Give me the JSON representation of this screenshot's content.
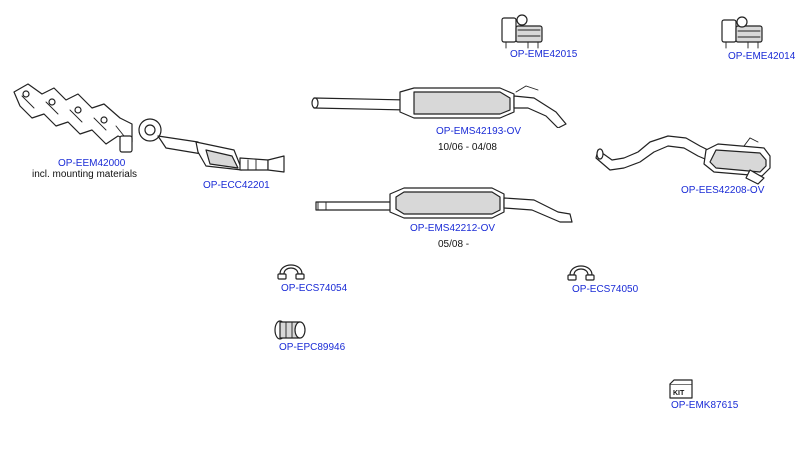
{
  "parts": {
    "mount_left": {
      "code": "OP-EME42015"
    },
    "mount_right": {
      "code": "OP-EME42014"
    },
    "manifold": {
      "code": "OP-EEM42000",
      "note": "incl. mounting materials"
    },
    "catalyst": {
      "code": "OP-ECC42201"
    },
    "middle_top": {
      "code": "OP-EMS42193-OV",
      "note": "10/06 - 04/08"
    },
    "middle_bottom": {
      "code": "OP-EMS42212-OV",
      "note": "05/08 -"
    },
    "rear_silencer": {
      "code": "OP-EES42208-OV"
    },
    "clamp_left": {
      "code": "OP-ECS74054"
    },
    "clamp_right": {
      "code": "OP-ECS74050"
    },
    "connector": {
      "code": "OP-EPC89946"
    },
    "mount_kit": {
      "code": "OP-EMK87615",
      "kit_label": "KIT"
    }
  },
  "colors": {
    "code_text": "#1a2bd6",
    "note_text": "#111111",
    "line": "#222222",
    "shade": "#d8d8d8"
  },
  "icons": [
    "rubber-mount-icon",
    "exhaust-manifold-icon",
    "catalytic-converter-icon",
    "middle-silencer-icon",
    "rear-silencer-icon",
    "pipe-clamp-icon",
    "pipe-connector-icon",
    "mounting-kit-icon"
  ]
}
